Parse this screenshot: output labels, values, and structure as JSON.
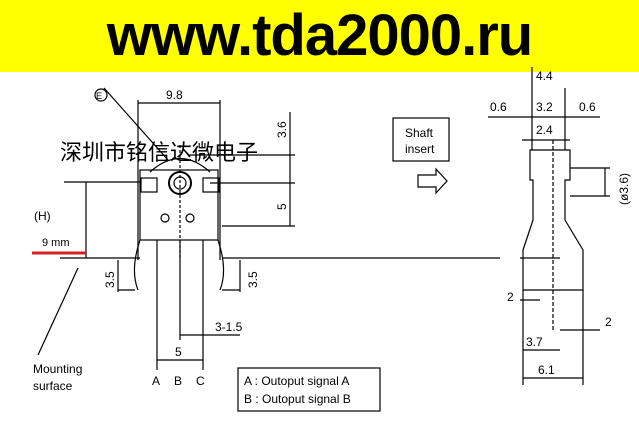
{
  "banner": {
    "text": "www.tda2000.ru",
    "bg_color": "#ffff00"
  },
  "watermark": "深圳市铭信达微电子",
  "left_view": {
    "marker_e": "E",
    "dim_width": "9.8",
    "dim_top": "3.6",
    "dim_mid": "5",
    "height_label": "(H)",
    "height_value": "9 mm",
    "dim_leg_left": "3.5",
    "dim_leg_right": "3.5",
    "dim_pitch_small": "3-1.5",
    "dim_pitch": "5",
    "pins": [
      "A",
      "B",
      "C"
    ],
    "mounting_label_1": "Mounting",
    "mounting_label_2": "surface"
  },
  "legend": [
    "A : Outoput signal A",
    "B : Outoput signal B"
  ],
  "shaft": {
    "line1": "Shaft",
    "line2": "insert"
  },
  "side_view": {
    "dim_44": "4.4",
    "dim_06_left": "0.6",
    "dim_32": "3.2",
    "dim_06_right": "0.6",
    "dim_24": "2.4",
    "dim_dia": "(ø3.6)",
    "dim_2_left": "2",
    "dim_2_right": "2",
    "dim_37": "3.7",
    "dim_61": "6.1"
  },
  "colors": {
    "highlight": "#d42020"
  }
}
